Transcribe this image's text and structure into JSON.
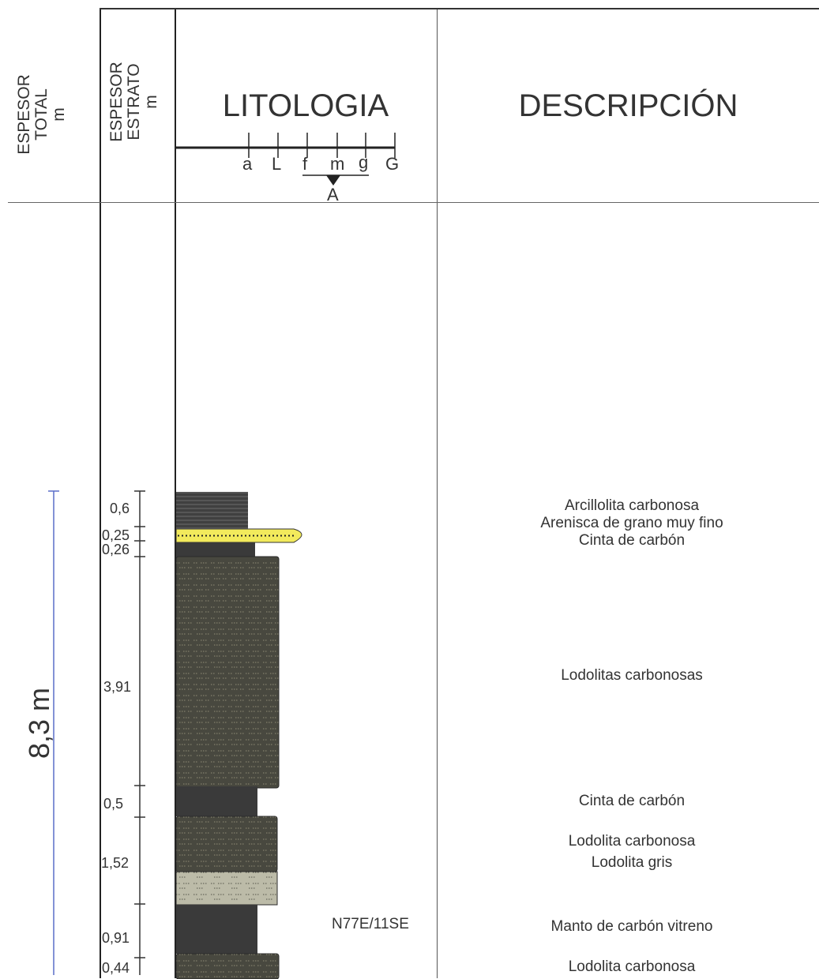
{
  "header": {
    "col1_title": [
      "ESPESOR",
      "TOTAL",
      "m"
    ],
    "col2_title": [
      "ESPESOR",
      "ESTRATO",
      "m"
    ],
    "col3_title": "LITOLOGIA",
    "col4_title": "DESCRIPCIÓN",
    "grain_scale": [
      "a",
      "L",
      "f",
      "m",
      "g",
      "G"
    ],
    "grain_scale_sub": "A"
  },
  "total_thickness": "8,3 m",
  "strata": [
    {
      "thickness": "0,6",
      "description": "Arcillolita carbonosa",
      "fill": "laminated_dark"
    },
    {
      "thickness": "0,25",
      "description": "Arenisca de grano muy fino",
      "fill": "yellow_sand"
    },
    {
      "thickness": "0,26",
      "description": "Cinta de carbón",
      "fill": "coal"
    },
    {
      "thickness": "3,91",
      "description": "Lodolitas carbonosas",
      "fill": "carbonaceous_mud"
    },
    {
      "thickness": "0,5",
      "description": "Cinta de carbón",
      "fill": "coal"
    },
    {
      "thickness": "1,52",
      "description": "Lodolita carbonosa",
      "fill": "carbonaceous_mud"
    },
    {
      "thickness": "",
      "description": "Lodolita gris",
      "fill": "grey_mud"
    },
    {
      "thickness": "0,91",
      "description": "Manto de carbón vitreno",
      "fill": "coal"
    },
    {
      "thickness": "0,44",
      "description": "Lodolita  carbonosa",
      "fill": "carbonaceous_mud"
    }
  ],
  "strike_dip": "N77E/11SE",
  "colors": {
    "coal": "#3a3a3a",
    "carbonaceous_mud": "#48483f",
    "grey_mud": "#bcbba8",
    "yellow_sand": "#f2ea5c",
    "laminated_dark": "#404040",
    "total_bar": "#5a6ec8"
  }
}
